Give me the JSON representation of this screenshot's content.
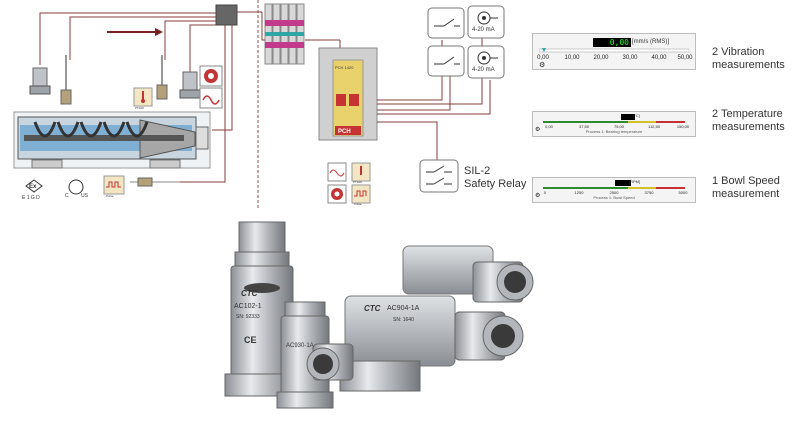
{
  "left_panel": {
    "cert_ex": "Ex",
    "cert_ex_sub": "E 1 G D",
    "cert_csa": "C",
    "cert_csa_right": "US",
    "temp_icon_label": "PT100",
    "pulse_icon_label": "Pulse"
  },
  "relay_module": {
    "model": "PCH 1420",
    "brand": "PCH"
  },
  "outputs": {
    "current_loop_1": "4-20 mA",
    "current_loop_2": "4-20 mA",
    "safety_relay_line1": "SIL-2",
    "safety_relay_line2": "Safety Relay"
  },
  "side_icons": {
    "temp_label": "PT100",
    "pulse_label": "Pulse"
  },
  "meters": {
    "vibration": {
      "readout": "0,00",
      "unit": "[mm/s (RMS)]",
      "ticks": [
        "0,00",
        "10,00",
        "20,00",
        "30,00",
        "40,00",
        "50,00"
      ],
      "value": 0
    },
    "temperature": {
      "readout": "",
      "unit": "[°C]",
      "ticks": [
        "0,00",
        "37,50",
        "75,00",
        "112,50",
        "150,00"
      ],
      "caption": "Process 1: Bearing temperature"
    },
    "speed": {
      "readout": "",
      "unit": "[RPM]",
      "ticks": [
        "0",
        "1250",
        "2500",
        "3750",
        "5000"
      ],
      "caption": "Process 1: Bowl Speed"
    }
  },
  "descriptions": {
    "vibration_line1": "2 Vibration",
    "vibration_line2": "measurements",
    "temperature_line1": "2 Temperature",
    "temperature_line2": "measurements",
    "speed_line1": "1 Bowl Speed",
    "speed_line2": "measurement"
  },
  "sensors": {
    "sensor1_model": "AC102-1",
    "sensor1_serial": "SN: 92333",
    "sensor2_model": "AC930-1A",
    "sensor3_model": "AC904-1A",
    "sensor3_serial": "SN: 1640",
    "brand": "CTC",
    "ce_mark": "CE"
  },
  "colors": {
    "wire": "#7a2626",
    "magenta": "#c3398c",
    "teal": "#2fa6a6",
    "module_yellow": "#e9d26c",
    "module_red": "#c63131",
    "arrow": "#7a1f1f"
  }
}
